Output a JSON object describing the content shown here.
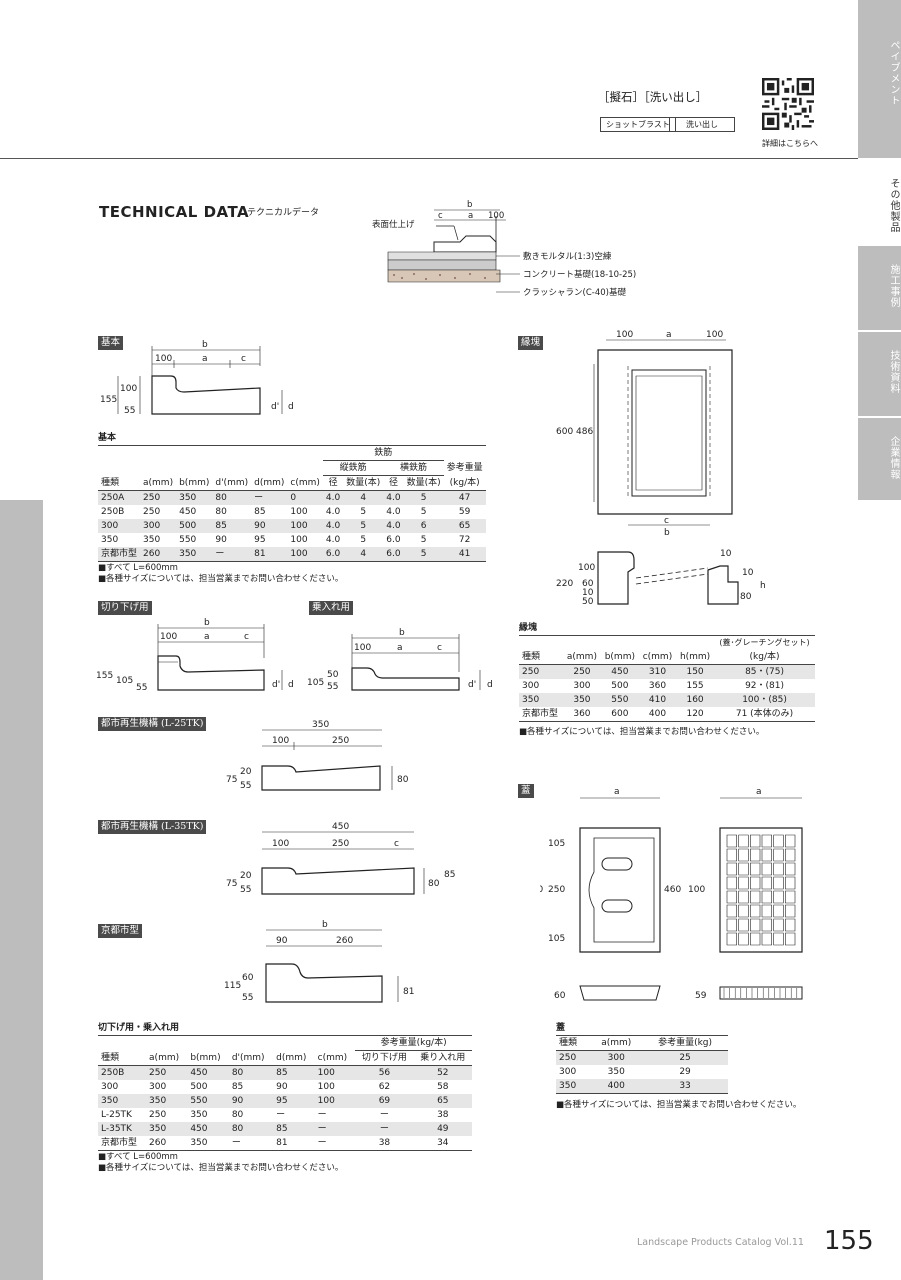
{
  "header": {
    "title": "［擬石］［洗い出し］",
    "finish1": "ショットブラスト",
    "finish2": "洗い出し",
    "qr_caption": "詳細はこちらへ"
  },
  "side_tabs": [
    "ペイブメント",
    "その他製品",
    "施工事例",
    "技術資料",
    "企業情報"
  ],
  "technical": {
    "title": "TECHNICAL DATA",
    "subtitle": "テクニカルデータ",
    "section_label": "表面仕上げ",
    "layer1": "敷きモルタル(1:3)空練",
    "layer2": "コンクリート基礎(18-10-25)",
    "layer3": "クラッシャラン(C-40)基礎"
  },
  "labels": {
    "kihon": "基本",
    "kirisage": "切り下げ用",
    "noriire": "乗入れ用",
    "toshi25": "都市再生機構 (L-25TK)",
    "toshi35": "都市再生機構 (L-35TK)",
    "kyoto": "京都市型",
    "enkai": "縁塊",
    "futa": "蓋"
  },
  "kihon_table": {
    "title": "基本",
    "group_rebar": "鉄筋",
    "group_long": "縦鉄筋",
    "group_trans": "横鉄筋",
    "group_weight": "参考重量",
    "headers": [
      "種類",
      "a(mm)",
      "b(mm)",
      "d'(mm)",
      "d(mm)",
      "c(mm)",
      "径",
      "数量(本)",
      "径",
      "数量(本)",
      "(kg/本)"
    ],
    "rows": [
      [
        "250A",
        "250",
        "350",
        "80",
        "ー",
        "0",
        "4.0",
        "4",
        "4.0",
        "5",
        "47"
      ],
      [
        "250B",
        "250",
        "450",
        "80",
        "85",
        "100",
        "4.0",
        "5",
        "4.0",
        "5",
        "59"
      ],
      [
        "300",
        "300",
        "500",
        "85",
        "90",
        "100",
        "4.0",
        "5",
        "4.0",
        "6",
        "65"
      ],
      [
        "350",
        "350",
        "550",
        "90",
        "95",
        "100",
        "4.0",
        "5",
        "6.0",
        "5",
        "72"
      ],
      [
        "京都市型",
        "260",
        "350",
        "ー",
        "81",
        "100",
        "6.0",
        "4",
        "6.0",
        "5",
        "41"
      ]
    ],
    "note1": "■すべて L=600mm",
    "note2": "■各種サイズについては、担当営業までお問い合わせください。"
  },
  "kirisage_table": {
    "title": "切下げ用・乗入れ用",
    "group_weight": "参考重量(kg/本)",
    "headers": [
      "種類",
      "a(mm)",
      "b(mm)",
      "d'(mm)",
      "d(mm)",
      "c(mm)",
      "切り下げ用",
      "乗り入れ用"
    ],
    "rows": [
      [
        "250B",
        "250",
        "450",
        "80",
        "85",
        "100",
        "56",
        "52"
      ],
      [
        "300",
        "300",
        "500",
        "85",
        "90",
        "100",
        "62",
        "58"
      ],
      [
        "350",
        "350",
        "550",
        "90",
        "95",
        "100",
        "69",
        "65"
      ],
      [
        "L-25TK",
        "250",
        "350",
        "80",
        "ー",
        "ー",
        "ー",
        "38"
      ],
      [
        "L-35TK",
        "350",
        "450",
        "80",
        "85",
        "ー",
        "ー",
        "49"
      ],
      [
        "京都市型",
        "260",
        "350",
        "ー",
        "81",
        "ー",
        "38",
        "34"
      ]
    ],
    "note1": "■すべて L=600mm",
    "note2": "■各種サイズについては、担当営業までお問い合わせください。"
  },
  "enkai_table": {
    "title": "縁塊",
    "weight_head": "(蓋･グレーチングセット)",
    "headers": [
      "種類",
      "a(mm)",
      "b(mm)",
      "c(mm)",
      "h(mm)",
      "(kg/本)"
    ],
    "rows": [
      [
        "250",
        "250",
        "450",
        "310",
        "150",
        "85・(75)"
      ],
      [
        "300",
        "300",
        "500",
        "360",
        "155",
        "92・(81)"
      ],
      [
        "350",
        "350",
        "550",
        "410",
        "160",
        "100・(85)"
      ],
      [
        "京都市型",
        "360",
        "600",
        "400",
        "120",
        "71 (本体のみ)"
      ]
    ],
    "note": "■各種サイズについては、担当営業までお問い合わせください。"
  },
  "futa_table": {
    "title": "蓋",
    "headers": [
      "種類",
      "a(mm)",
      "参考重量(kg)"
    ],
    "rows": [
      [
        "250",
        "300",
        "25"
      ],
      [
        "300",
        "350",
        "29"
      ],
      [
        "350",
        "400",
        "33"
      ]
    ],
    "note": "■各種サイズについては、担当営業までお問い合わせください。"
  },
  "dims": {
    "b": "b",
    "a": "a",
    "c": "c",
    "d": "d",
    "dp": "d'",
    "h": "h",
    "n100": "100",
    "n155": "155",
    "n55": "55",
    "n105": "105",
    "n50": "50",
    "n350": "350",
    "n250": "250",
    "n20": "20",
    "n75": "75",
    "n80": "80",
    "n450": "450",
    "n85": "85",
    "n90": "90",
    "n260": "260",
    "n60": "60",
    "n115": "115",
    "n81": "81",
    "n600": "600",
    "n486": "486",
    "n10": "10",
    "n220": "220",
    "n460": "460",
    "n59": "59"
  },
  "footer": {
    "catalog": "Landscape Products Catalog Vol.11",
    "page": "155"
  }
}
